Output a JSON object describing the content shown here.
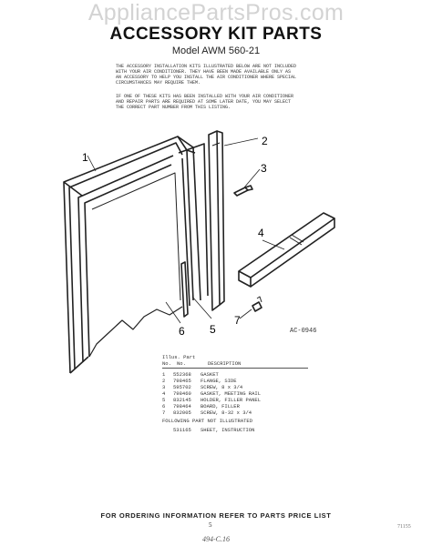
{
  "watermark": "AppliancePartsPros.com",
  "title": "ACCESSORY KIT PARTS",
  "model": "Model  AWM  560-21",
  "intro_lines": [
    "THE ACCESSORY INSTALLATION KITS ILLUSTRATED BELOW ARE NOT INCLUDED",
    "WITH YOUR AIR CONDITIONER. THEY HAVE BEEN MADE AVAILABLE ONLY AS",
    "AN ACCESSORY TO HELP YOU INSTALL THE AIR CONDITIONER WHERE SPECIAL",
    "CIRCUMSTANCES MAY REQUIRE THEM."
  ],
  "note_lines": [
    "IF ONE OF THESE KITS HAS BEEN INSTALLED WITH YOUR AIR CONDITIONER",
    "AND REPAIR PARTS ARE REQUIRED AT SOME LATER DATE, YOU MAY SELECT",
    "THE CORRECT PART NUMBER FROM THIS LISTING."
  ],
  "callouts": [
    "1",
    "2",
    "3",
    "4",
    "5",
    "6",
    "7"
  ],
  "figure_code": "AC-0946",
  "table": {
    "header_top": "Illus.  Part",
    "col_no": "No.",
    "col_part": "No.",
    "col_desc": "DESCRIPTION",
    "rows": [
      {
        "no": "1",
        "part": "552368",
        "desc": "GASKET"
      },
      {
        "no": "2",
        "part": "798465",
        "desc": "FLANGE, SIDE"
      },
      {
        "no": "3",
        "part": "595702",
        "desc": "SCREW, 8 x 3/4"
      },
      {
        "no": "4",
        "part": "798460",
        "desc": "GASKET, MEETING RAIL"
      },
      {
        "no": "5",
        "part": "832145",
        "desc": "HOLDER, FILLER PANEL"
      },
      {
        "no": "6",
        "part": "798464",
        "desc": "BOARD, FILLER"
      },
      {
        "no": "7",
        "part": "832005",
        "desc": "SCREW, 8-32 x 3/4"
      }
    ],
    "following": "FOLLOWING PART NOT ILLUSTRATED",
    "instruction": {
      "part": "531165",
      "desc": "SHEET, INSTRUCTION"
    }
  },
  "footer": "FOR ORDERING INFORMATION REFER TO PARTS PRICE LIST",
  "page_number": "5",
  "side_code": "71155",
  "hand_note": "494-C.16"
}
